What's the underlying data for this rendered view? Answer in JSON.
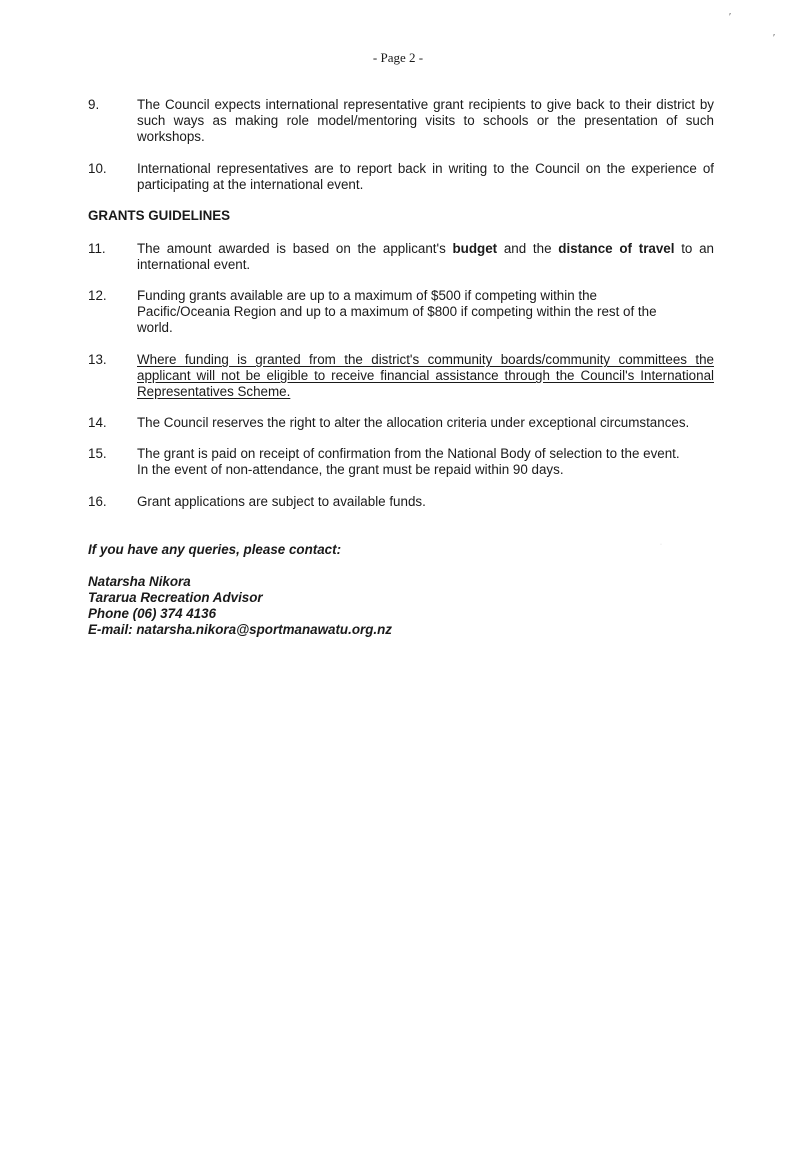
{
  "header": {
    "page_label": "- Page 2 -"
  },
  "items": [
    {
      "num": "9.",
      "text": "The Council expects international representative grant recipients to give back to their district by such ways as making role model/mentoring visits to schools or the presentation of such workshops."
    },
    {
      "num": "10.",
      "text": "International representatives are to report back in writing to the Council on the experience of participating at the international event."
    }
  ],
  "section_heading": "GRANTS GUIDELINES",
  "guidelines": {
    "g11": {
      "num": "11.",
      "part1": "The amount awarded is based on the applicant's ",
      "bold1": "budget",
      "part2": " and the ",
      "bold2": "distance of travel",
      "part3": " to an international event."
    },
    "g12": {
      "num": "12.",
      "text": "Funding grants available are up to a maximum of $500 if competing within the Pacific/Oceania Region and up to a maximum of $800 if competing within the rest of the world."
    },
    "g13": {
      "num": "13.",
      "text": "Where funding is granted from the district's community boards/community committees the applicant will not be eligible to receive financial assistance through the Council's International Representatives Scheme."
    },
    "g14": {
      "num": "14.",
      "text": "The Council reserves the right to alter the allocation criteria under exceptional circumstances."
    },
    "g15": {
      "num": "15.",
      "line1": "The grant is paid on receipt of confirmation from the National Body of selection to the event.",
      "line2": "In the event of non-attendance, the grant must be repaid within 90 days."
    },
    "g16": {
      "num": "16.",
      "text": "Grant applications are subject to available funds."
    }
  },
  "contact": {
    "prompt": "If you have any queries, please contact:",
    "name": "Natarsha Nikora",
    "title": "Tararua Recreation Advisor",
    "phone": "Phone (06) 374 4136",
    "email": "E-mail: natarsha.nikora@sportmanawatu.org.nz"
  }
}
